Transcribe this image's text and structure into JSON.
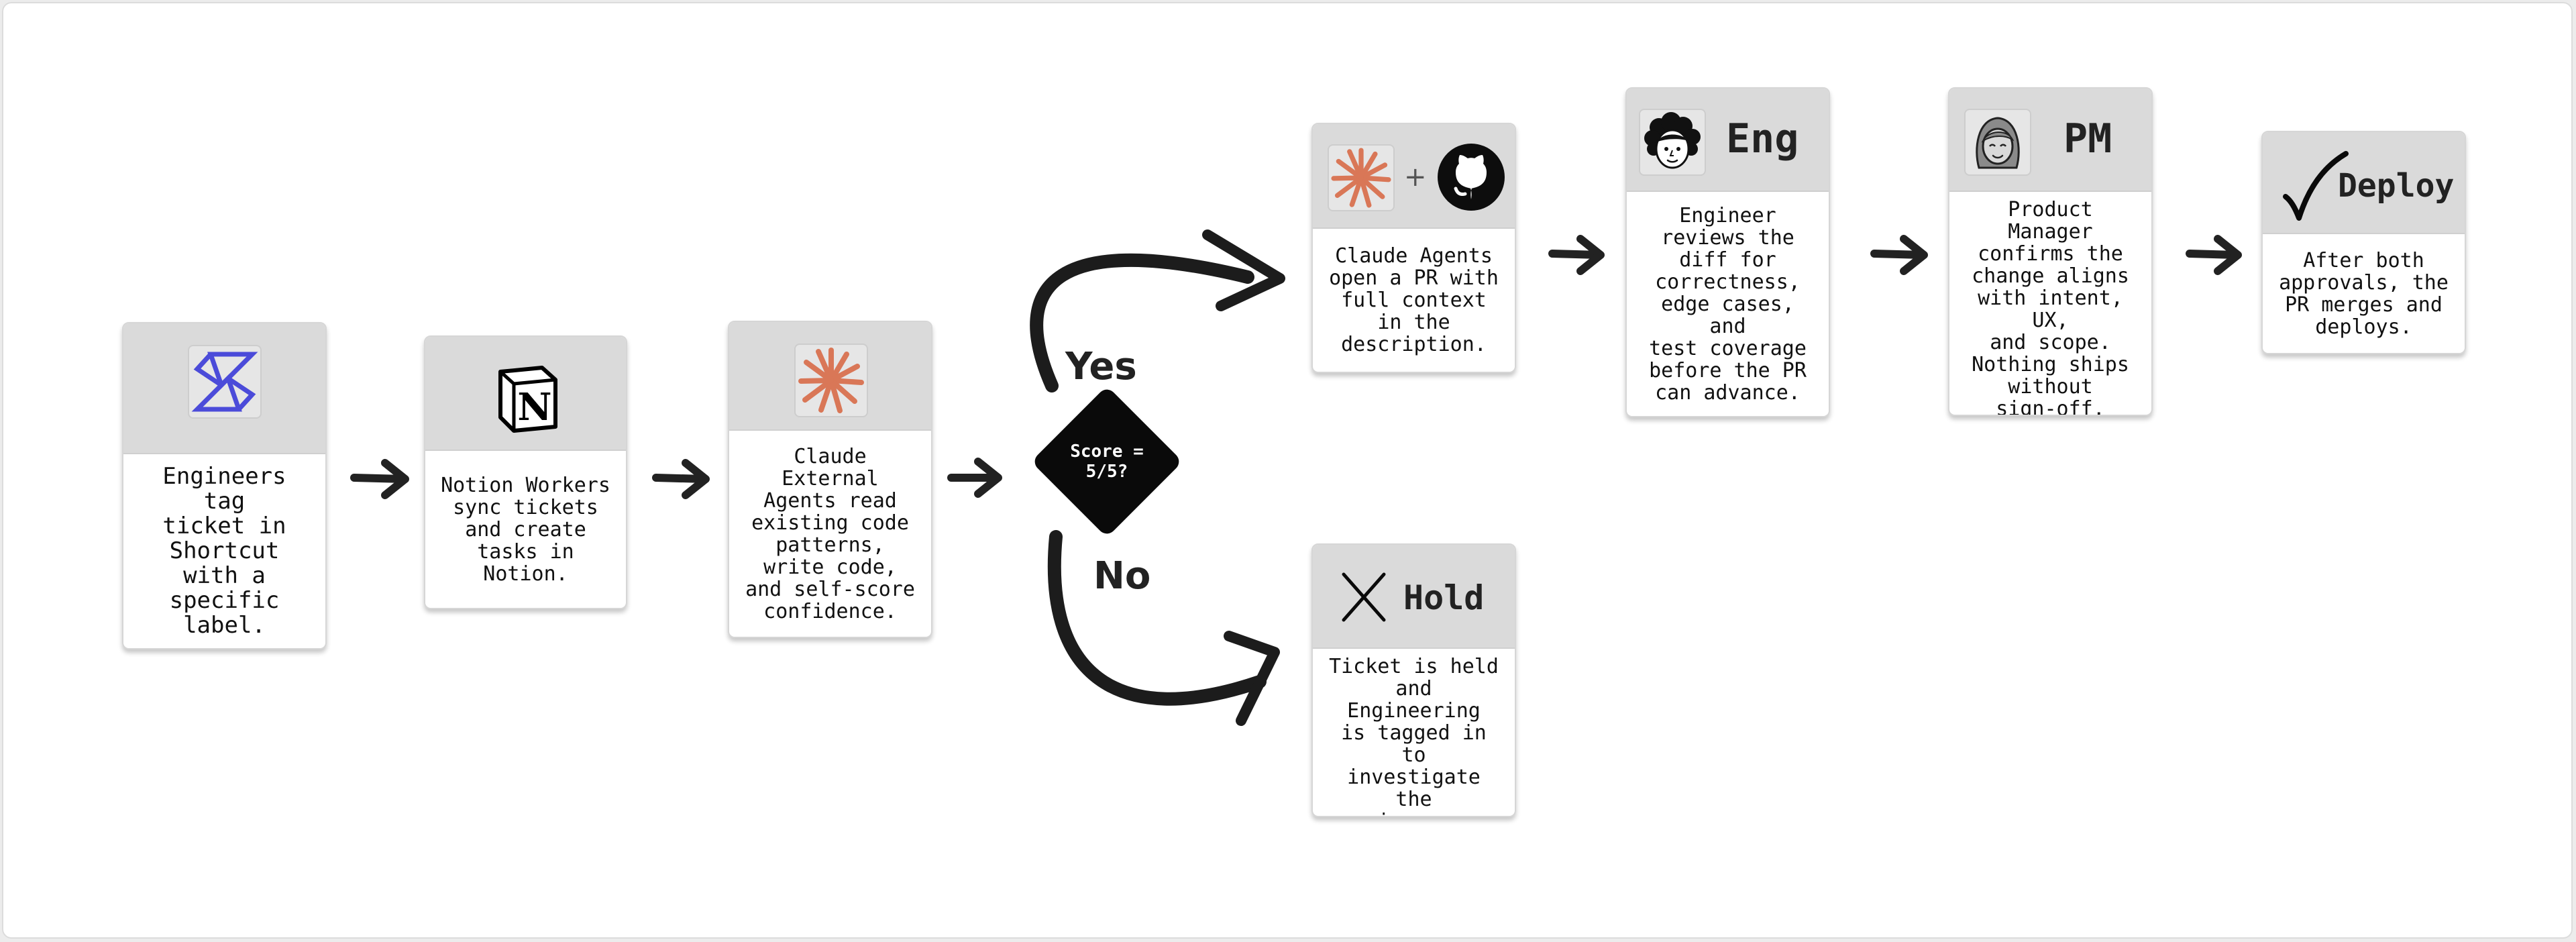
{
  "steps": {
    "shortcut": {
      "icon": "shortcut-logo-icon",
      "text": "Engineers tag\nticket in\nShortcut\nwith a\nspecific\nlabel."
    },
    "notion": {
      "icon": "notion-logo-icon",
      "text": "Notion Workers\nsync tickets\nand create\ntasks in\nNotion."
    },
    "agents": {
      "icon": "claude-logo-icon",
      "text": "Claude\nExternal\nAgents read\nexisting code\npatterns,\nwrite code,\nand self-score\nconfidence."
    }
  },
  "decision": {
    "label": "Score =\n5/5?",
    "yes_label": "Yes",
    "no_label": "No"
  },
  "pr": {
    "icons": [
      "claude-logo-icon",
      "plus-icon",
      "github-logo-icon"
    ],
    "plus": "+",
    "text": "Claude Agents\nopen a PR with\nfull context\nin the\ndescription."
  },
  "eng": {
    "role": "Eng",
    "icon": "engineer-avatar-icon",
    "text": "Engineer\nreviews the\ndiff for\ncorrectness,\nedge cases, and\ntest coverage\nbefore the PR\ncan advance."
  },
  "pm": {
    "role": "PM",
    "icon": "product-manager-avatar-icon",
    "text": "Product Manager\nconfirms the\nchange aligns\nwith intent, UX,\nand scope.\nNothing ships\nwithout\nsign-off."
  },
  "deploy": {
    "role": "Deploy",
    "icon": "checkmark-icon",
    "text": "After both\napprovals, the\nPR merges and\ndeploys."
  },
  "hold": {
    "role": "Hold",
    "icon": "x-icon",
    "text": "Ticket is held\nand Engineering\nis tagged in to\ninvestigate the\nissue."
  },
  "colors": {
    "shortcut_blue": "#4b4bd9",
    "claude_orange": "#d97757",
    "header_gray": "#dadada",
    "ink": "#222222"
  }
}
